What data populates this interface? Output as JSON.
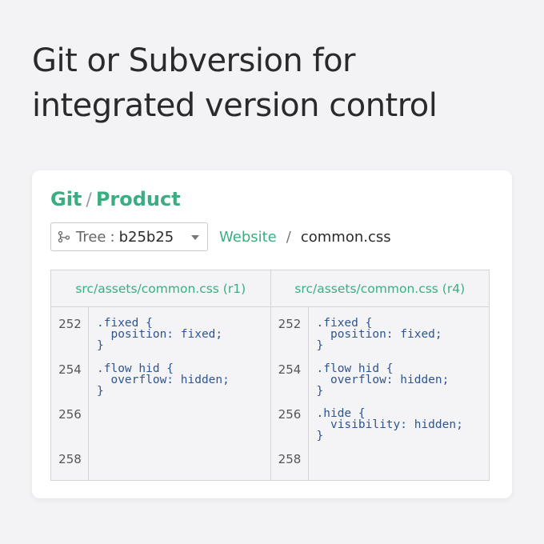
{
  "headline": {
    "line1": "Git or Subversion for",
    "line2": "integrated version control"
  },
  "breadcrumb": {
    "vcs": "Git",
    "separator": "/",
    "project": "Product"
  },
  "tree_select": {
    "label": "Tree",
    "separator": ":",
    "revision": "b25b25"
  },
  "path": {
    "folder": "Website",
    "separator": "/",
    "file": "common.css"
  },
  "diff": {
    "left": {
      "title": "src/assets/common.css (r1)",
      "lines": [
        {
          "number": "252",
          "code": ".fixed {\n  position: fixed;\n}"
        },
        {
          "number": "254",
          "code": ".flow hid {\n  overflow: hidden;\n}"
        },
        {
          "number": "256",
          "code": ""
        },
        {
          "number": "258",
          "code": ""
        }
      ]
    },
    "right": {
      "title": "src/assets/common.css (r4)",
      "lines": [
        {
          "number": "252",
          "code": ".fixed {\n  position: fixed;\n}"
        },
        {
          "number": "254",
          "code": ".flow hid {\n  overflow: hidden;\n}"
        },
        {
          "number": "256",
          "code": ".hide {\n  visibility: hidden;\n}"
        },
        {
          "number": "258",
          "code": ""
        }
      ]
    }
  },
  "colors": {
    "accent": "#3aae82",
    "code": "#2e5590",
    "background": "#f3f3f5"
  },
  "icons": {
    "tree": "git-branch-icon",
    "dropdown": "chevron-down-icon"
  }
}
